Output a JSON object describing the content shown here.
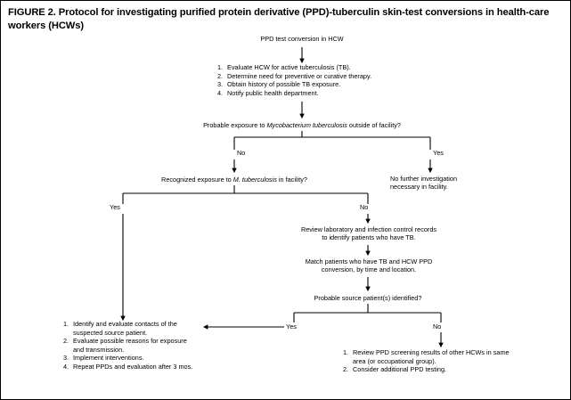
{
  "figure": {
    "title": "FIGURE 2. Protocol for investigating purified protein derivative (PPD)-tuberculin skin-test conversions in health-care workers (HCWs)"
  },
  "nodes": {
    "start": "PPD test conversion in HCW",
    "initial_actions": [
      "Evaluate HCW for active tuberculosis (TB).",
      "Determine need for preventive or curative therapy.",
      "Obtain history of possible TB exposure.",
      "Notify public health department."
    ],
    "decision_outside": {
      "prefix": "Probable exposure to ",
      "italic": "Mycobacterium tuberculosis",
      "suffix": " outside of facility?"
    },
    "no_further": "No further investigation necessary in facility.",
    "decision_infacility": {
      "prefix": "Recognized exposure to ",
      "italic": "M. tuberculosis",
      "suffix": " in facility?"
    },
    "review_records": "Review laboratory and infection control records to identify patients who have TB.",
    "match_patients": "Match patients who have TB and HCW PPD conversion, by time and location.",
    "decision_source": "Probable source patient(s) identified?",
    "contact_actions": [
      "Identify and evaluate contacts of the suspected source patient.",
      "Evaluate possible reasons for exposure and transmission.",
      "Implement interventions.",
      "Repeat PPDs and evaluation after 3 mos."
    ],
    "screening_actions": [
      "Review PPD screening results of other HCWs in same area (or occupational group).",
      "Consider additional PPD testing."
    ]
  },
  "branch_labels": {
    "outside_no": "No",
    "outside_yes": "Yes",
    "infacility_yes": "Yes",
    "infacility_no": "No",
    "source_yes": "Yes",
    "source_no": "No"
  },
  "colors": {
    "background": "#ffffff",
    "ink": "#000000"
  }
}
